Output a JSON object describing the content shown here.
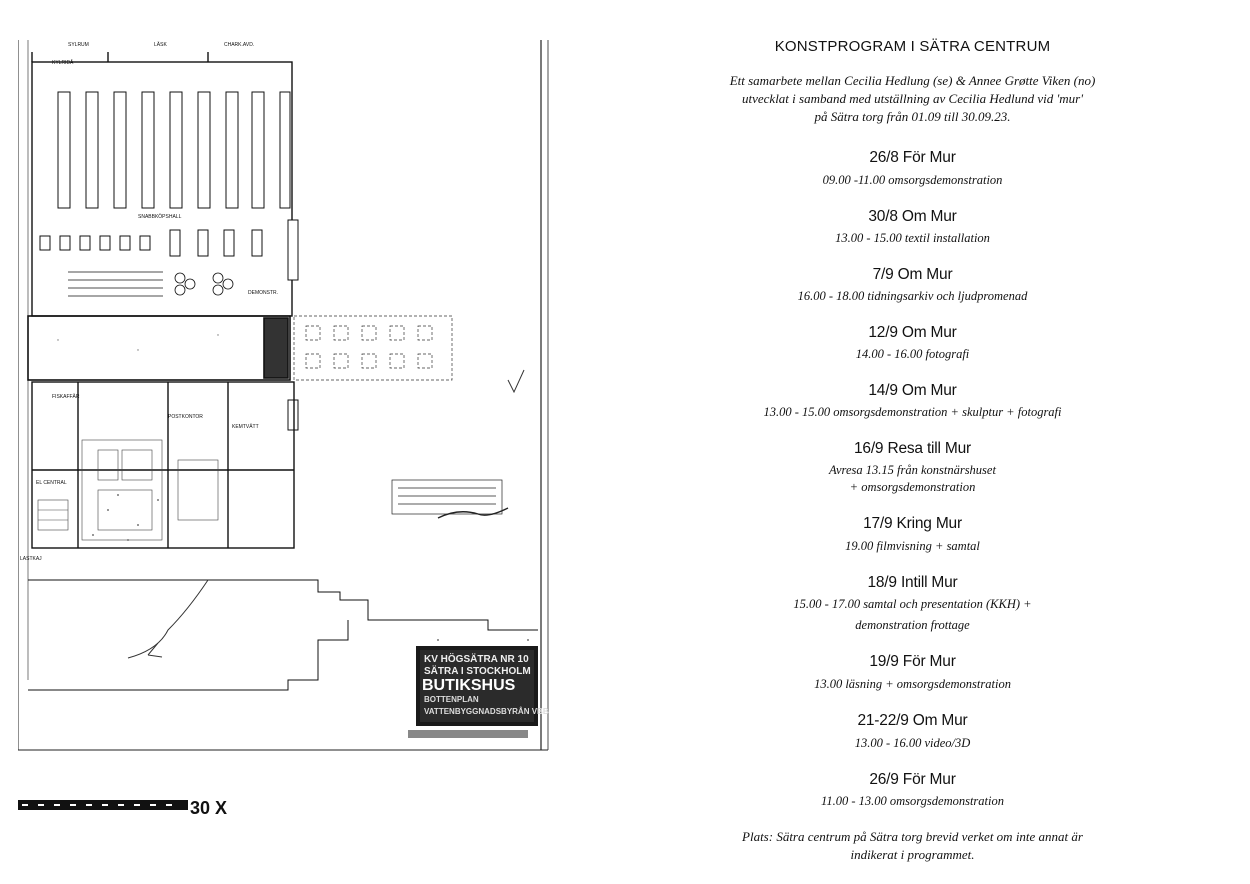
{
  "program": {
    "title": "KONSTPROGRAM I SÄTRA CENTRUM",
    "intro_lines": [
      "Ett samarbete mellan Cecilia Hedlung (se) & Annee Grøtte Viken (no)",
      "utvecklat i samband med utställning av Cecilia Hedlund vid 'mur'",
      "på Sätra torg från 01.09 till 30.09.23."
    ],
    "events": [
      {
        "head": "26/8 För Mur",
        "desc": [
          "09.00 -11.00 omsorgsdemonstration"
        ]
      },
      {
        "head": "30/8 Om Mur",
        "desc": [
          "13.00 - 15.00 textil installation"
        ]
      },
      {
        "head": "7/9 Om Mur",
        "desc": [
          "16.00 - 18.00 tidningsarkiv och ljudpromenad"
        ]
      },
      {
        "head": "12/9 Om Mur",
        "desc": [
          "14.00 - 16.00 fotografi"
        ]
      },
      {
        "head": "14/9 Om Mur",
        "desc": [
          "13.00 - 15.00 omsorgsdemonstration + skulptur + fotografi"
        ]
      },
      {
        "head": "16/9 Resa till Mur",
        "desc": [
          "Avresa 13.15 från konstnärshuset",
          "+ omsorgsdemonstration"
        ]
      },
      {
        "head": "17/9 Kring Mur",
        "desc": [
          "19.00 filmvisning + samtal"
        ]
      },
      {
        "head": "18/9 Intill Mur",
        "desc": [
          "15.00 - 17.00 samtal och presentation (KKH) +",
          "demonstration frottage"
        ]
      },
      {
        "head": "19/9 För Mur",
        "desc": [
          "13.00 läsning + omsorgsdemonstration"
        ]
      },
      {
        "head": "21-22/9 Om Mur",
        "desc": [
          "13.00 - 16.00 video/3D"
        ]
      },
      {
        "head": "26/9 För Mur",
        "desc": [
          "11.00 - 13.00 omsorgsdemonstration"
        ]
      }
    ],
    "footer_lines": [
      "Plats: Sätra centrum på Sätra torg brevid verket om inte annat är",
      "indikerat i programmet."
    ]
  },
  "plan": {
    "room_labels": [
      "SYLRUM",
      "LÄSK",
      "CHARK.AVD.",
      "KYLRIDÅ",
      "SNABBKÖPSHALL",
      "FISKAFFÄR",
      "POSTKONTOR",
      "KEMTVÄTT",
      "EL CENTRAL",
      "LASTKAJ",
      "DEMONSTR."
    ],
    "stamp_lines": [
      "KV HÖGSÄTRA NR 10",
      "SÄTRA I STOCKHOLM",
      "BUTIKSHUS",
      "BOTTENPLAN",
      "VATTENBYGGNADSBYRÅN VBB"
    ],
    "scale_label": "30 X"
  }
}
